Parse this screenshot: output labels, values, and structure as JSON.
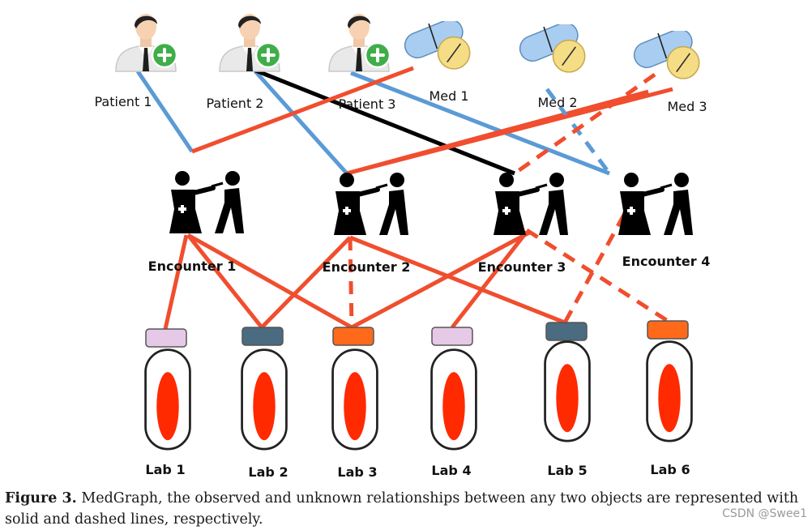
{
  "figure": {
    "patients": [
      {
        "label": "Patient 1"
      },
      {
        "label": "Patient 2"
      },
      {
        "label": "Patient 3"
      }
    ],
    "meds": [
      {
        "label": "Med 1"
      },
      {
        "label": "Med 2"
      },
      {
        "label": "Med 3"
      }
    ],
    "encounters": [
      {
        "label": "Encounter 1"
      },
      {
        "label": "Encounter 2"
      },
      {
        "label": "Encounter 3"
      },
      {
        "label": "Encounter 4"
      }
    ],
    "labs": [
      {
        "label": "Lab 1",
        "cap_color": "#e6c9e6"
      },
      {
        "label": "Lab 2",
        "cap_color": "#4a6b80"
      },
      {
        "label": "Lab 3",
        "cap_color": "#ff6a1a"
      },
      {
        "label": "Lab 4",
        "cap_color": "#e6c9e6"
      },
      {
        "label": "Lab 5",
        "cap_color": "#4a6b80"
      },
      {
        "label": "Lab 6",
        "cap_color": "#ff6a1a"
      }
    ],
    "edges": [
      {
        "from": "Patient 1",
        "to": "Encounter 1",
        "color": "#5b9bd5",
        "style": "solid"
      },
      {
        "from": "Patient 2",
        "to": "Encounter 2",
        "color": "#5b9bd5",
        "style": "solid"
      },
      {
        "from": "Patient 2",
        "to": "Encounter 3",
        "color": "#000000",
        "style": "solid"
      },
      {
        "from": "Patient 3",
        "to": "Encounter 4",
        "color": "#5b9bd5",
        "style": "solid"
      },
      {
        "from": "Med 1",
        "to": "Encounter 1",
        "color": "#f04e2e",
        "style": "solid"
      },
      {
        "from": "Med 2",
        "to": "Encounter 2",
        "color": "#f04e2e",
        "style": "solid"
      },
      {
        "from": "Med 2",
        "to": "Encounter 4",
        "color": "#5b9bd5",
        "style": "dashed"
      },
      {
        "from": "Med 3",
        "to": "Encounter 2",
        "color": "#f04e2e",
        "style": "solid"
      },
      {
        "from": "Med 3",
        "to": "Encounter 3",
        "color": "#f04e2e",
        "style": "dashed"
      },
      {
        "from": "Encounter 1",
        "to": "Lab 1",
        "color": "#f04e2e",
        "style": "solid"
      },
      {
        "from": "Encounter 1",
        "to": "Lab 2",
        "color": "#f04e2e",
        "style": "solid"
      },
      {
        "from": "Encounter 1",
        "to": "Lab 3",
        "color": "#f04e2e",
        "style": "solid"
      },
      {
        "from": "Encounter 2",
        "to": "Lab 2",
        "color": "#f04e2e",
        "style": "solid"
      },
      {
        "from": "Encounter 2",
        "to": "Lab 3",
        "color": "#f04e2e",
        "style": "dashed"
      },
      {
        "from": "Encounter 2",
        "to": "Lab 5",
        "color": "#f04e2e",
        "style": "solid"
      },
      {
        "from": "Encounter 3",
        "to": "Lab 3",
        "color": "#f04e2e",
        "style": "solid"
      },
      {
        "from": "Encounter 3",
        "to": "Lab 4",
        "color": "#f04e2e",
        "style": "solid"
      },
      {
        "from": "Encounter 3",
        "to": "Lab 6",
        "color": "#f04e2e",
        "style": "dashed"
      },
      {
        "from": "Encounter 4",
        "to": "Lab 5",
        "color": "#f04e2e",
        "style": "dashed"
      }
    ],
    "colors": {
      "patient_line": "#5b9bd5",
      "med_line": "#f04e2e",
      "black_line": "#000000",
      "pill_blue": "#a9cdf0",
      "pill_yellow": "#f5dd86",
      "plus_badge": "#3fae49",
      "tube_fill": "#ff2a00"
    },
    "icons": {
      "patient": "doctor-avatar-with-plus-icon",
      "med": "pill-capsule-and-tablet-icon",
      "encounter": "injection-encounter-icon",
      "lab": "blood-sample-tube-icon"
    }
  },
  "caption": {
    "figure_number": "Figure 3.",
    "text": "MedGraph, the observed and unknown relationships between any two objects are represented with solid and dashed lines, respectively."
  },
  "watermark": "CSDN @Swee1"
}
